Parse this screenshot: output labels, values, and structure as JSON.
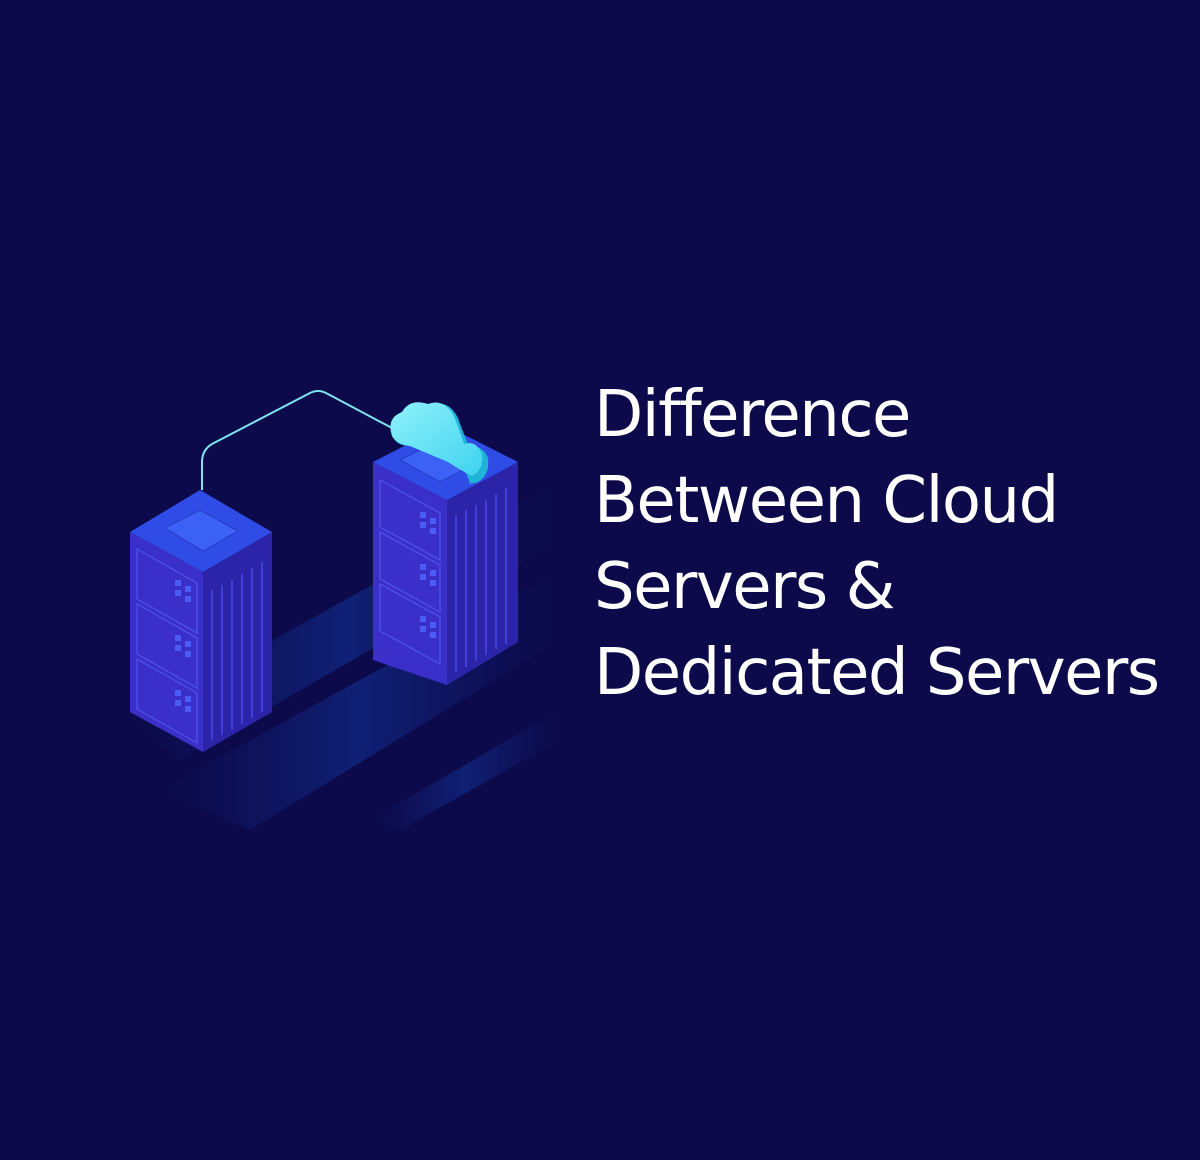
{
  "title": {
    "lines": [
      "Difference",
      "Between Cloud",
      "Servers &",
      "Dedicated Servers"
    ],
    "color": "#ffffff"
  },
  "illustration": {
    "background_color": "#0c0a4a",
    "servers": [
      {
        "name": "dedicated-server",
        "top_color": "#2f4de6",
        "left_color": "#3a2fc9",
        "right_color": "#2c24a8"
      },
      {
        "name": "cloud-server",
        "top_color": "#2f4de6",
        "left_color": "#3a2fc9",
        "right_color": "#2c24a8"
      }
    ],
    "connector_color": "#7fe3f0",
    "cloud_color": "#5fe0f5"
  }
}
